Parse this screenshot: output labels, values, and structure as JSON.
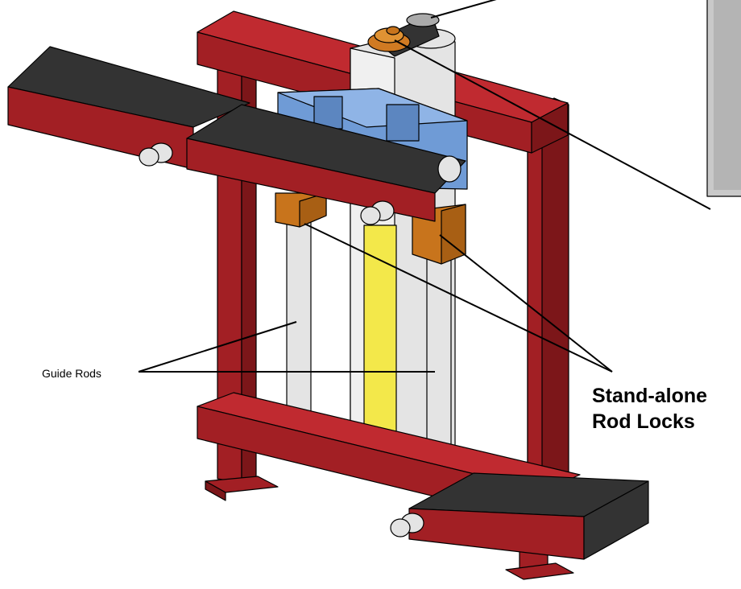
{
  "labels": {
    "guide_rods": "Guide Rods",
    "rod_locks_line1": "Stand-alone",
    "rod_locks_line2": "Rod Locks"
  },
  "colors": {
    "frame_red": "#a21f24",
    "frame_red_dark": "#7c1619",
    "belt_black": "#333333",
    "carriage_blue": "#6f9bd6",
    "rod_lock_orange": "#c8741c",
    "rod_gray": "#e4e4e4",
    "cylinder_yellow": "#f3e84a",
    "panel_gray": "#c9c9c9"
  }
}
